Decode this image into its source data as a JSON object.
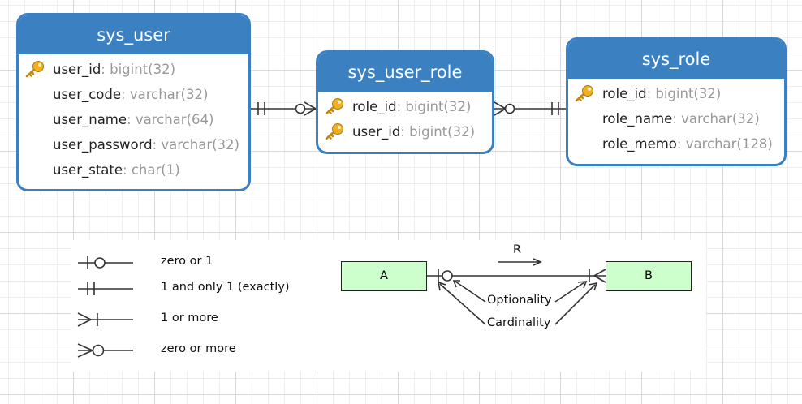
{
  "entities": {
    "sys_user": {
      "title": "sys_user",
      "attributes": [
        {
          "name": "user_id",
          "type": ": bigint(32)",
          "key": true
        },
        {
          "name": "user_code",
          "type": ": varchar(32)",
          "key": false
        },
        {
          "name": "user_name",
          "type": ": varchar(64)",
          "key": false
        },
        {
          "name": "user_password",
          "type": ": varchar(32)",
          "key": false
        },
        {
          "name": "user_state",
          "type": ": char(1)",
          "key": false
        }
      ]
    },
    "sys_user_role": {
      "title": "sys_user_role",
      "attributes": [
        {
          "name": "role_id",
          "type": ": bigint(32)",
          "key": true
        },
        {
          "name": "user_id",
          "type": ": bigint(32)",
          "key": true
        }
      ]
    },
    "sys_role": {
      "title": "sys_role",
      "attributes": [
        {
          "name": "role_id",
          "type": ": bigint(32)",
          "key": true
        },
        {
          "name": "role_name",
          "type": ": varchar(32)",
          "key": false
        },
        {
          "name": "role_memo",
          "type": ": varchar(128)",
          "key": false
        }
      ]
    }
  },
  "legend": {
    "items": [
      {
        "symbol": "zero-or-one",
        "label": "zero or 1"
      },
      {
        "symbol": "one-and-only-one",
        "label": "1 and only 1 (exactly)"
      },
      {
        "symbol": "one-or-more",
        "label": "1 or more"
      },
      {
        "symbol": "zero-or-more",
        "label": "zero or more"
      }
    ],
    "example": {
      "entity_a": "A",
      "entity_b": "B",
      "relationship": "R",
      "optionality": "Optionality",
      "cardinality": "Cardinality"
    }
  },
  "colors": {
    "entity_header": "#3b81c2",
    "key_icon": "#f0b020",
    "example_box": "#ccffcc"
  }
}
